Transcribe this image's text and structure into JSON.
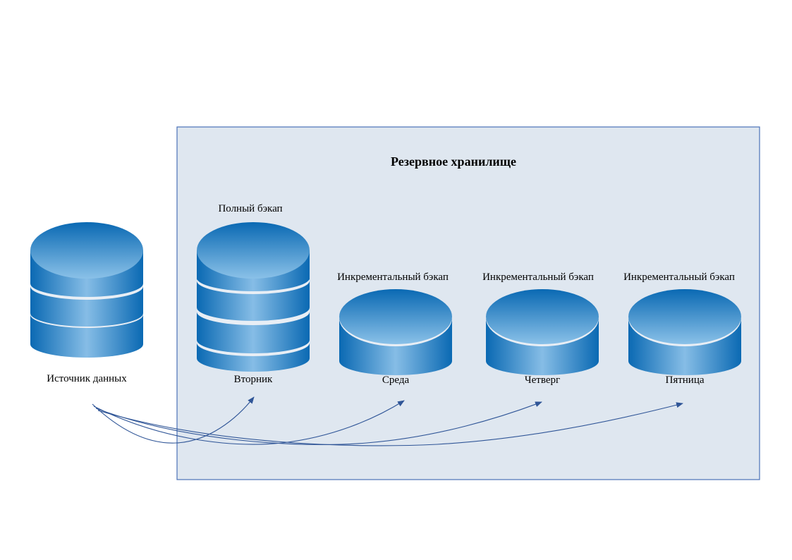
{
  "storage": {
    "title": "Резервное хранилище"
  },
  "source": {
    "label": "Источник данных"
  },
  "backups": [
    {
      "type": "Полный бэкап",
      "day": "Вторник"
    },
    {
      "type": "Инкрементальный бэкап",
      "day": "Среда"
    },
    {
      "type": "Инкрементальный бэкап",
      "day": "Четверг"
    },
    {
      "type": "Инкрементальный бэкап",
      "day": "Пятница"
    }
  ],
  "colors": {
    "container_fill": "#dfe7f0",
    "container_border": "#4a72b8",
    "disk_dark": "#0a69b3",
    "disk_light": "#86bde6",
    "arrow": "#2f5597"
  },
  "icons": {
    "database": "database-icon",
    "disk": "disk-icon"
  }
}
